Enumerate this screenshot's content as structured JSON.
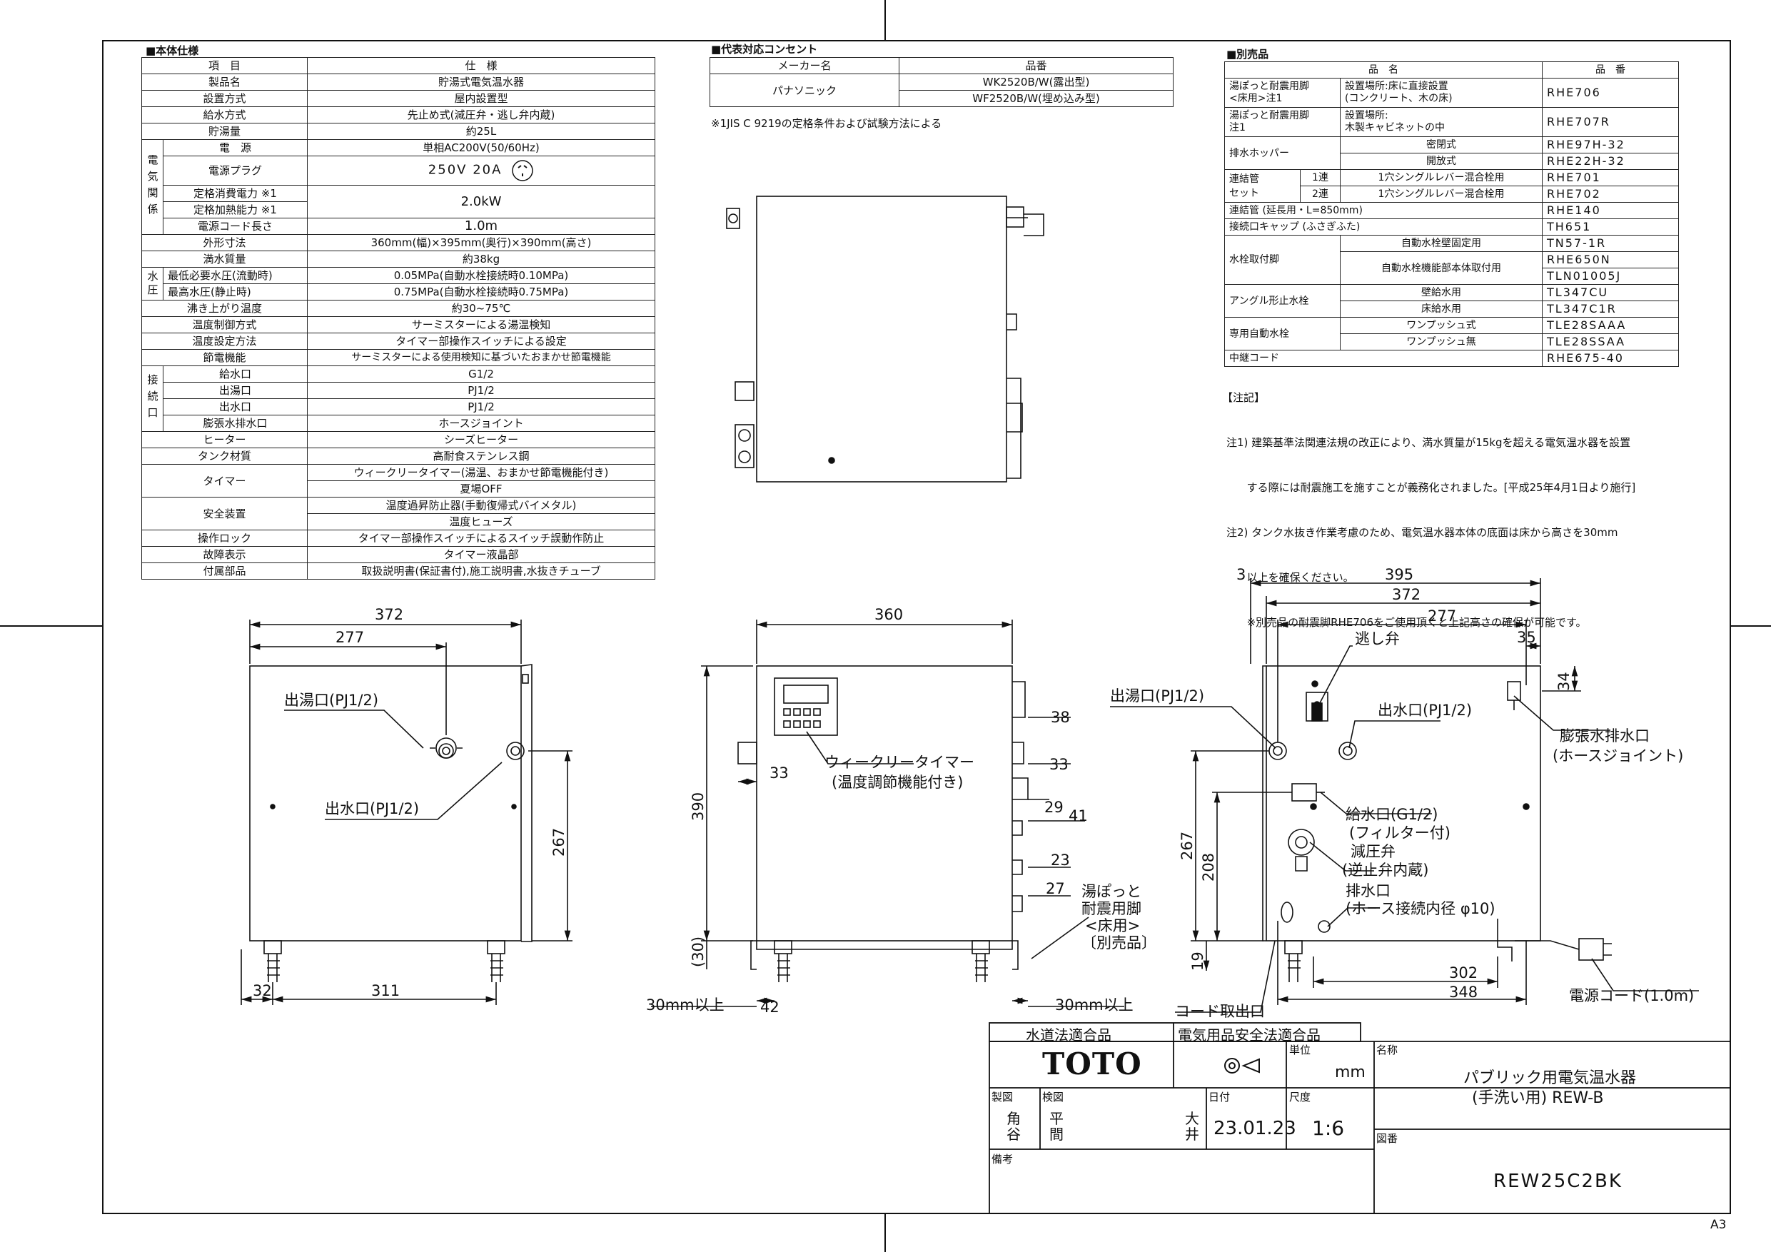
{
  "spec": {
    "title": "■本体仕様",
    "header": [
      "項　目",
      "仕　様"
    ],
    "rows": [
      {
        "label": "製品名",
        "value": "貯湯式電気温水器"
      },
      {
        "label": "設置方式",
        "value": "屋内設置型"
      },
      {
        "label": "給水方式",
        "value": "先止め式(減圧弁・逃し弁内蔵)"
      },
      {
        "label": "貯湯量",
        "value": "約25L"
      },
      {
        "group": "電気関係",
        "label": "電　源",
        "value": "単相AC200V(50/60Hz)"
      },
      {
        "label": "電源プラグ",
        "value": "250V 20A"
      },
      {
        "label": "定格消費電力 ※1",
        "value": "2.0kW"
      },
      {
        "label": "定格加熱能力 ※1"
      },
      {
        "label": "電源コード長さ",
        "value": "1.0m"
      },
      {
        "label": "外形寸法",
        "value": "360mm(幅)×395mm(奥行)×390mm(高さ)"
      },
      {
        "label": "満水質量",
        "value": "約38kg"
      },
      {
        "group": "水圧",
        "label": "最低必要水圧(流動時)",
        "value": "0.05MPa(自動水栓接続時0.10MPa)"
      },
      {
        "label": "最高水圧(静止時)",
        "value": "0.75MPa(自動水栓接続時0.75MPa)"
      },
      {
        "label": "沸き上がり温度",
        "value": "約30~75℃"
      },
      {
        "label": "温度制御方式",
        "value": "サーミスターによる湯温検知"
      },
      {
        "label": "温度設定方法",
        "value": "タイマー部操作スイッチによる設定"
      },
      {
        "label": "節電機能",
        "value": "サーミスターによる使用検知に基づいたおまかせ節電機能"
      },
      {
        "group": "接続口",
        "label": "給水口",
        "value": "G1/2"
      },
      {
        "label": "出湯口",
        "value": "PJ1/2"
      },
      {
        "label": "出水口",
        "value": "PJ1/2"
      },
      {
        "label": "膨張水排水口",
        "value": "ホースジョイント"
      },
      {
        "label": "ヒーター",
        "value": "シーズヒーター"
      },
      {
        "label": "タンク材質",
        "value": "高耐食ステンレス鋼"
      },
      {
        "label": "タイマー",
        "value": "ウィークリータイマー(湯温、おまかせ節電機能付き)",
        "value2": "夏場OFF"
      },
      {
        "label": "安全装置",
        "value": "温度過昇防止器(手動復帰式バイメタル)",
        "value2": "温度ヒューズ"
      },
      {
        "label": "操作ロック",
        "value": "タイマー部操作スイッチによるスイッチ誤動作防止"
      },
      {
        "label": "故障表示",
        "value": "タイマー液晶部"
      },
      {
        "label": "付属部品",
        "value": "取扱説明書(保証書付),施工説明書,水抜きチューブ"
      }
    ]
  },
  "outlet": {
    "title": "■代表対応コンセント",
    "header": [
      "メーカー名",
      "品番"
    ],
    "maker": "パナソニック",
    "models": [
      "WK2520B/W(露出型)",
      "WF2520B/W(埋め込み型)"
    ],
    "footnote": "※1JIS C 9219の定格条件および試験方法による"
  },
  "options": {
    "title": "■別売品",
    "header": [
      "品　名",
      "品　番"
    ],
    "rows": [
      {
        "name": "湯ぽっと耐震用脚\n<床用>注1",
        "detail": "設置場所:床に直接設置\n(コンクリート、木の床)",
        "code": "RHE706"
      },
      {
        "name": "湯ぽっと耐震用脚\n注1",
        "detail": "設置場所:\n木製キャビネットの中",
        "code": "RHE707R"
      },
      {
        "name": "排水ホッパー",
        "detail": "密閉式",
        "code": "RHE97H-32"
      },
      {
        "detail": "開放式",
        "code": "RHE22H-32"
      },
      {
        "name": "連結管\nセット",
        "sub": "1連",
        "detail": "1穴シングルレバー混合栓用",
        "code": "RHE701"
      },
      {
        "sub": "2連",
        "detail": "1穴シングルレバー混合栓用",
        "code": "RHE702"
      },
      {
        "name": "連結管 (延長用・L=850mm)",
        "code": "RHE140"
      },
      {
        "name": "接続口キャップ (ふさぎふた)",
        "code": "TH651"
      },
      {
        "name": "水栓取付脚",
        "detail": "自動水栓壁固定用",
        "code": "TN57-1R"
      },
      {
        "detail": "自動水栓機能部本体取付用",
        "code": "RHE650N"
      },
      {
        "code": "TLN01005J"
      },
      {
        "name": "アングル形止水栓",
        "detail": "壁給水用",
        "code": "TL347CU"
      },
      {
        "detail": "床給水用",
        "code": "TL347C1R"
      },
      {
        "name": "専用自動水栓",
        "detail": "ワンプッシュ式",
        "code": "TLE28SAAA"
      },
      {
        "detail": "ワンプッシュ無",
        "code": "TLE28SSAA"
      },
      {
        "name": "中継コード",
        "code": "RHE675-40"
      }
    ]
  },
  "notes": {
    "title": "【注記】",
    "lines": [
      "注1) 建築基準法関連法規の改正により、満水質量が15kgを超える電気温水器を設置",
      "      する際には耐震施工を施すことが義務化されました。[平成25年4月1日より施行]",
      "注2) タンク水抜き作業考慮のため、電気温水器本体の底面は床から高さを30mm",
      "      以上を確保ください。",
      "      ※別売品の耐震脚RHE706をご使用頂くと上記高さの確保が可能です。"
    ]
  },
  "drawing": {
    "front": {
      "d372": "372",
      "d277": "277",
      "d267": "267",
      "d32": "32",
      "d311": "311",
      "hot_outlet": "出湯口(PJ1/2)",
      "water_outlet": "出水口(PJ1/2)"
    },
    "side": {
      "d360": "360",
      "d390": "390",
      "d38": "38",
      "d33a": "33",
      "d33b": "33",
      "d29": "29",
      "d41": "41",
      "d23": "23",
      "d27": "27",
      "d30": "(30)",
      "d42": "42",
      "timer1": "ウィークリータイマー",
      "timer2": "(温度調節機能付き)",
      "legs1": "湯ぽっと",
      "legs2": "耐震用脚",
      "legs3": "<床用>",
      "legs4": "〔別売品〕",
      "min1": "30mm以上",
      "min2": "30mm以上"
    },
    "back": {
      "d3": "3",
      "d395": "395",
      "d372": "372",
      "d277": "277",
      "d35": "35",
      "d34": "34",
      "d267": "267",
      "d208": "208",
      "d19": "19",
      "d302": "302",
      "d348": "348",
      "relief": "逃し弁",
      "hot_outlet": "出湯口(PJ1/2)",
      "water_outlet": "出水口(PJ1/2)",
      "exp1": "膨張水排水口",
      "exp2": "(ホースジョイント)",
      "inlet1": "給水口(G1/2)",
      "inlet2": "(フィルター付)",
      "reducer1": "減圧弁",
      "reducer2": "(逆止弁内蔵)",
      "drain1": "排水口",
      "drain2": "(ホース接続内径 φ10)",
      "cord": "電源コード(1.0m)",
      "cord_outlet": "コード取出口"
    }
  },
  "title_block": {
    "cert1": "水道法適合品",
    "cert2": "電気用品安全法適合品",
    "brand": "TOTO",
    "unit_label": "単位",
    "unit": "mm",
    "name_label": "名称",
    "name1": "パブリック用電気温水器",
    "name2": "(手洗い用) REW-B",
    "drawn_label": "製図",
    "drawn": "角谷",
    "checked_label": "検図",
    "checked": "平間",
    "approved": "大井",
    "date_label": "日付",
    "date": "23.01.23",
    "scale_label": "尺度",
    "scale": "1:6",
    "dwg_label": "図番",
    "dwg_no": "REW25C2BK",
    "remarks_label": "備考"
  },
  "paper_size": "A3"
}
